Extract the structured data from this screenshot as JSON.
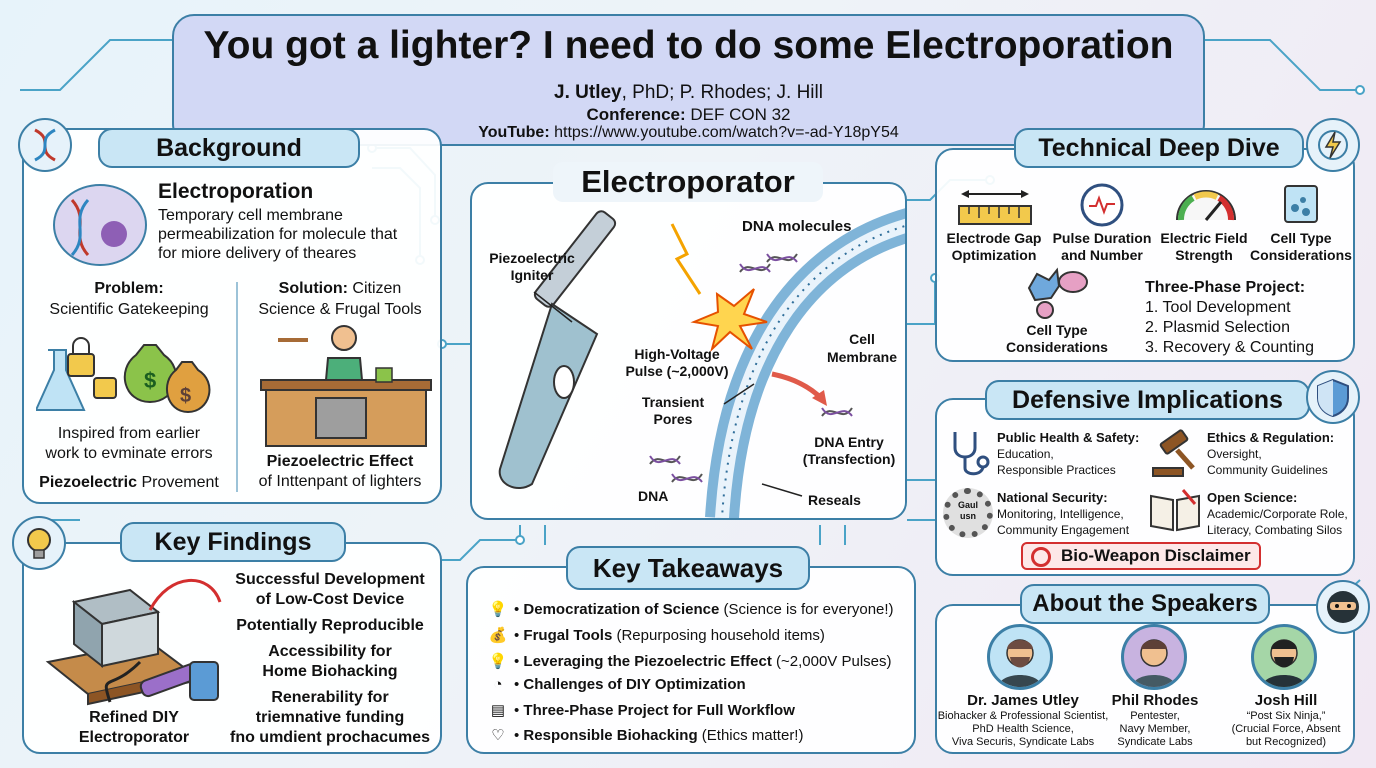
{
  "colors": {
    "panel_border": "#3c7fa6",
    "pill_fill": "#c9e6f5",
    "title_fill": "#d2d8f5",
    "warning_red": "#d32f2f",
    "arrow_red": "#e05a4a"
  },
  "header": {
    "title": "You got a lighter? I need to do some Electroporation",
    "authors_bold": "J. Utley",
    "authors_rest": ", PhD; P. Rhodes; J. Hill",
    "conference_label": "Conference:",
    "conference_value": " DEF CON 32",
    "youtube_label": "YouTube:",
    "youtube_value": " https://www.youtube.com/watch?v=-ad-Y18pY54"
  },
  "background": {
    "heading": "Background",
    "electroporation_title": "Electroporation",
    "electroporation_desc": [
      "Temporary cell membrane",
      "permeabilization for molecule that",
      "for miore delivery of theares"
    ],
    "problem_label": "Problem:",
    "problem_text": "Scientific Gatekeeping",
    "solution_label": "Solution:",
    "solution_text_1": " Citizen",
    "solution_text_2": "Science & Frugal Tools",
    "inspired": [
      "Inspired from earlier",
      "work to evminate errors"
    ],
    "piezo_prov_bold": "Piezoelectric",
    "piezo_prov_rest": " Provement",
    "piezo_effect_title": "Piezoelectric Effect",
    "piezo_effect_text": "of Inttenpant of lighters"
  },
  "electroporator": {
    "heading": "Electroporator",
    "labels": {
      "igniter": [
        "Piezoelectric",
        "Igniter"
      ],
      "dna_molecules": "DNA molecules",
      "pulse": [
        "High-Voltage",
        "Pulse (~2,000V)"
      ],
      "transient_pores": [
        "Transient",
        "Pores"
      ],
      "cell_membrane": [
        "Cell",
        "Membrane"
      ],
      "dna_entry": [
        "DNA Entry",
        "(Transfection)"
      ],
      "dna": "DNA",
      "reseals": "Reseals"
    }
  },
  "technical": {
    "heading": "Technical Deep Dive",
    "items": [
      {
        "label": [
          "Electrode Gap",
          "Optimization"
        ],
        "icon": "ruler-icon"
      },
      {
        "label": [
          "Pulse Duration",
          "and Number"
        ],
        "icon": "stopwatch-icon"
      },
      {
        "label": [
          "Electric Field",
          "Strength"
        ],
        "icon": "gauge-icon"
      },
      {
        "label": [
          "Cell Type",
          "Considerations"
        ],
        "icon": "beaker-icon"
      }
    ],
    "cell_type_label": [
      "Cell Type",
      "Considerations"
    ],
    "three_phase_title": "Three-Phase Project:",
    "phases": [
      "1. Tool Development",
      "2. Plasmid Selection",
      "3. Recovery & Counting"
    ]
  },
  "defensive": {
    "heading": "Defensive Implications",
    "items": [
      {
        "title": "Public Health & Safety:",
        "lines": [
          "Education,",
          "Responsible Practices"
        ]
      },
      {
        "title": "Ethics & Regulation:",
        "lines": [
          "Oversight,",
          "Community Guidelines"
        ]
      },
      {
        "title": "National Security:",
        "lines": [
          "Monitoring, Intelligence,",
          "Community Engagement"
        ]
      },
      {
        "title": "Open Science:",
        "lines": [
          "Academic/Corporate Role,",
          "Literacy, Combating Silos"
        ]
      }
    ],
    "gear_text": [
      "Gaul",
      "usn"
    ],
    "disclaimer": "Bio-Weapon Disclaimer"
  },
  "findings": {
    "heading": "Key Findings",
    "device_label": [
      "Refined DIY",
      "Electroporator"
    ],
    "items": [
      [
        "Successful Development",
        "of Low-Cost Device"
      ],
      [
        "Potentially Reproducible"
      ],
      [
        "Accessibility for",
        "Home Biohacking"
      ],
      [
        "Renerability for",
        "triemnative funding",
        "fno umdient prochacumes"
      ]
    ]
  },
  "takeaways": {
    "heading": "Key Takeaways",
    "items": [
      {
        "icon": "💡",
        "bold": "Democratization of Science",
        "rest": " (Science is for everyone!)"
      },
      {
        "icon": "💰",
        "bold": "Frugal Tools",
        "rest": " (Repurposing household items)"
      },
      {
        "icon": "💡",
        "bold": "Leveraging the Piezoelectric Effect",
        "rest": " (~2,000V Pulses)"
      },
      {
        "icon": "◔",
        "bold": "Challenges of DIY Optimization",
        "rest": ""
      },
      {
        "icon": "▤",
        "bold": "Three-Phase Project for Full Workflow",
        "rest": ""
      },
      {
        "icon": "♡",
        "bold": "Responsible Biohacking",
        "rest": " (Ethics matter!)"
      }
    ]
  },
  "speakers": {
    "heading": "About the Speakers",
    "people": [
      {
        "name": "Dr. James Utley",
        "lines": [
          "Biohacker & Professional Scientist,",
          "PhD Health Science,",
          "Viva Securis, Syndicate Labs"
        ]
      },
      {
        "name": "Phil Rhodes",
        "lines": [
          "Pentester,",
          "Navy Member,",
          "Syndicate Labs"
        ]
      },
      {
        "name": "Josh Hill",
        "lines": [
          "“Post Six Ninja,”",
          "(Crucial Force, Absent",
          "but Recognized)"
        ]
      }
    ]
  }
}
